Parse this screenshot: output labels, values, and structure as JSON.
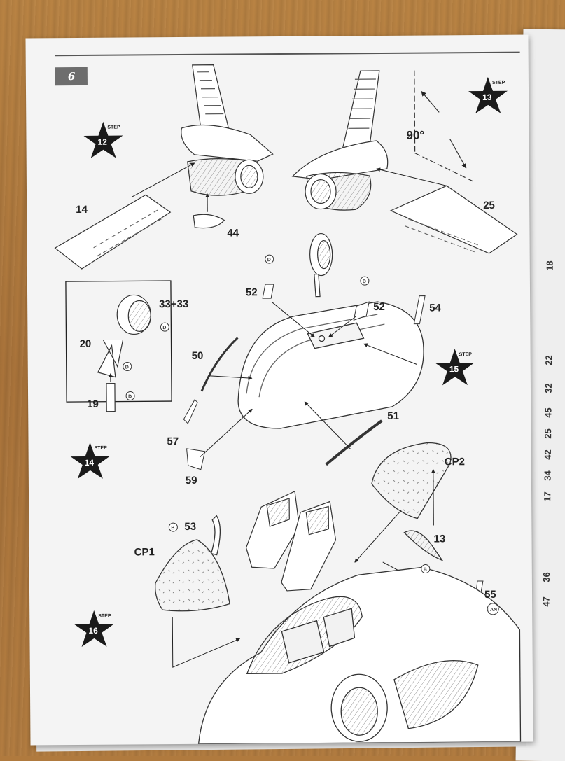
{
  "page": {
    "number": "6"
  },
  "steps": [
    {
      "word": "STEP",
      "number": "12"
    },
    {
      "word": "STEP",
      "number": "13"
    },
    {
      "word": "STEP",
      "number": "14"
    },
    {
      "word": "STEP",
      "number": "15"
    },
    {
      "word": "STEP",
      "number": "16"
    }
  ],
  "angle_label": "90°",
  "part_labels": {
    "p14": "14",
    "p44": "44",
    "p25": "25",
    "p33": "33+33",
    "p20": "20",
    "p19": "19",
    "p52a": "52",
    "p52b": "52",
    "p54": "54",
    "p50": "50",
    "p51": "51",
    "p57": "57",
    "p59": "59",
    "pcp2": "CP2",
    "p13": "13",
    "p53": "53",
    "pcp1": "CP1",
    "p55": "55"
  },
  "paint_tags": {
    "d": "D",
    "b": "B",
    "tan": "TAN"
  },
  "next_page_numbers": [
    "18",
    "22",
    "32",
    "45",
    "25",
    "42",
    "34",
    "17",
    "36",
    "47"
  ]
}
